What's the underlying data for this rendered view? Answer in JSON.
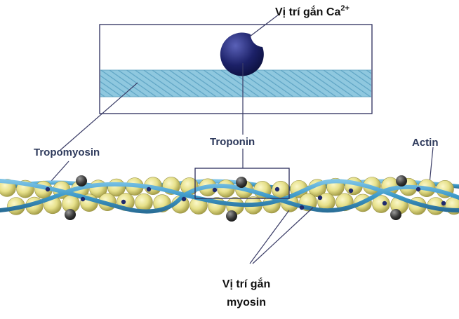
{
  "labels": {
    "calcium_site": "Vị trí gắn Ca",
    "calcium_superscript": "2+",
    "tropomyosin": "Tropomyosin",
    "troponin": "Troponin",
    "actin": "Actin",
    "myosin_site_line1": "Vị trí gắn",
    "myosin_site_line2": "myosin"
  },
  "colors": {
    "frame": "#2b2d5c",
    "leader_line": "#3a3c66",
    "label_text": "#2e3a5c",
    "caption_text": "#111111",
    "tropomyosin_strand": "#3e9ac9",
    "tropomyosin_strand_dark": "#2a6f98",
    "magnified_strand": "#8fc8df",
    "magnified_hatch": "#5ea4c4",
    "actin_bead": "#e6e08a",
    "actin_bead_shade": "#a7a04a",
    "troponin_ball": "#1c2168",
    "troponin_highlight": "#5a61b8",
    "troponin_small": "#3a3a3a",
    "myosin_site_dot": "#1f2a6e"
  }
}
